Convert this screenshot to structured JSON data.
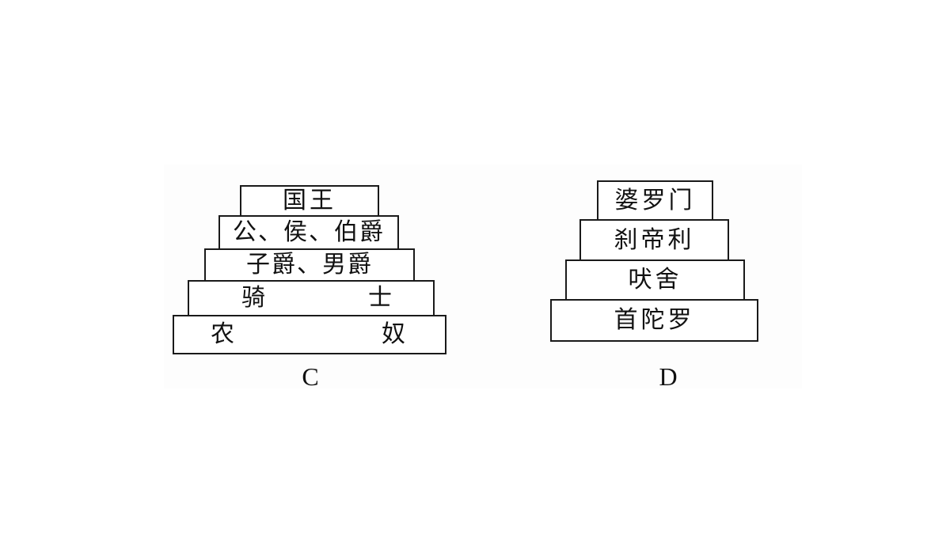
{
  "pyramids": [
    {
      "caption": "C",
      "layers": [
        {
          "text": "国王"
        },
        {
          "text": "公、侯、伯爵"
        },
        {
          "text": "子爵、男爵"
        },
        {
          "left": "骑",
          "right": "士"
        },
        {
          "left": "农",
          "right": "奴"
        }
      ]
    },
    {
      "caption": "D",
      "layers": [
        {
          "text": "婆罗门"
        },
        {
          "text": "刹帝利"
        },
        {
          "text": "吠舍"
        },
        {
          "text": "首陀罗"
        }
      ]
    }
  ]
}
